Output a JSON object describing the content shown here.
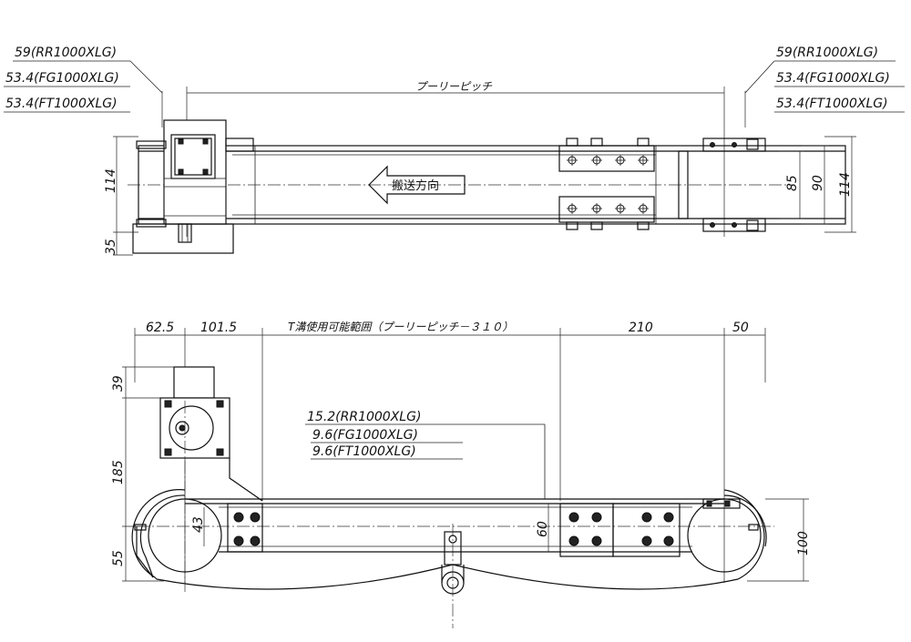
{
  "top_view": {
    "model_labels_left": [
      "59(RR1000XLG)",
      "53.4(FG1000XLG)",
      "53.4(FT1000XLG)"
    ],
    "model_labels_right": [
      "59(RR1000XLG)",
      "53.4(FG1000XLG)",
      "53.4(FT1000XLG)"
    ],
    "pulley_pitch_label": "プーリーピッチ",
    "direction_label": "搬送方向",
    "dim_left_114": "114",
    "dim_left_35": "35",
    "dim_right_85": "85",
    "dim_right_90": "90",
    "dim_right_114": "114"
  },
  "front_view": {
    "dim_62_5": "62.5",
    "dim_101_5": "101.5",
    "t_slot_label": "T溝使用可能範囲（プーリーピッチ－３１０）",
    "dim_210": "210",
    "dim_50": "50",
    "dim_39": "39",
    "dim_185": "185",
    "dim_55": "55",
    "dim_43": "43",
    "dim_60": "60",
    "dim_100": "100",
    "height_labels": [
      "15.2(RR1000XLG)",
      "9.6(FG1000XLG)",
      "9.6(FT1000XLG)"
    ]
  },
  "colors": {
    "line": "#111111",
    "background": "#ffffff"
  }
}
